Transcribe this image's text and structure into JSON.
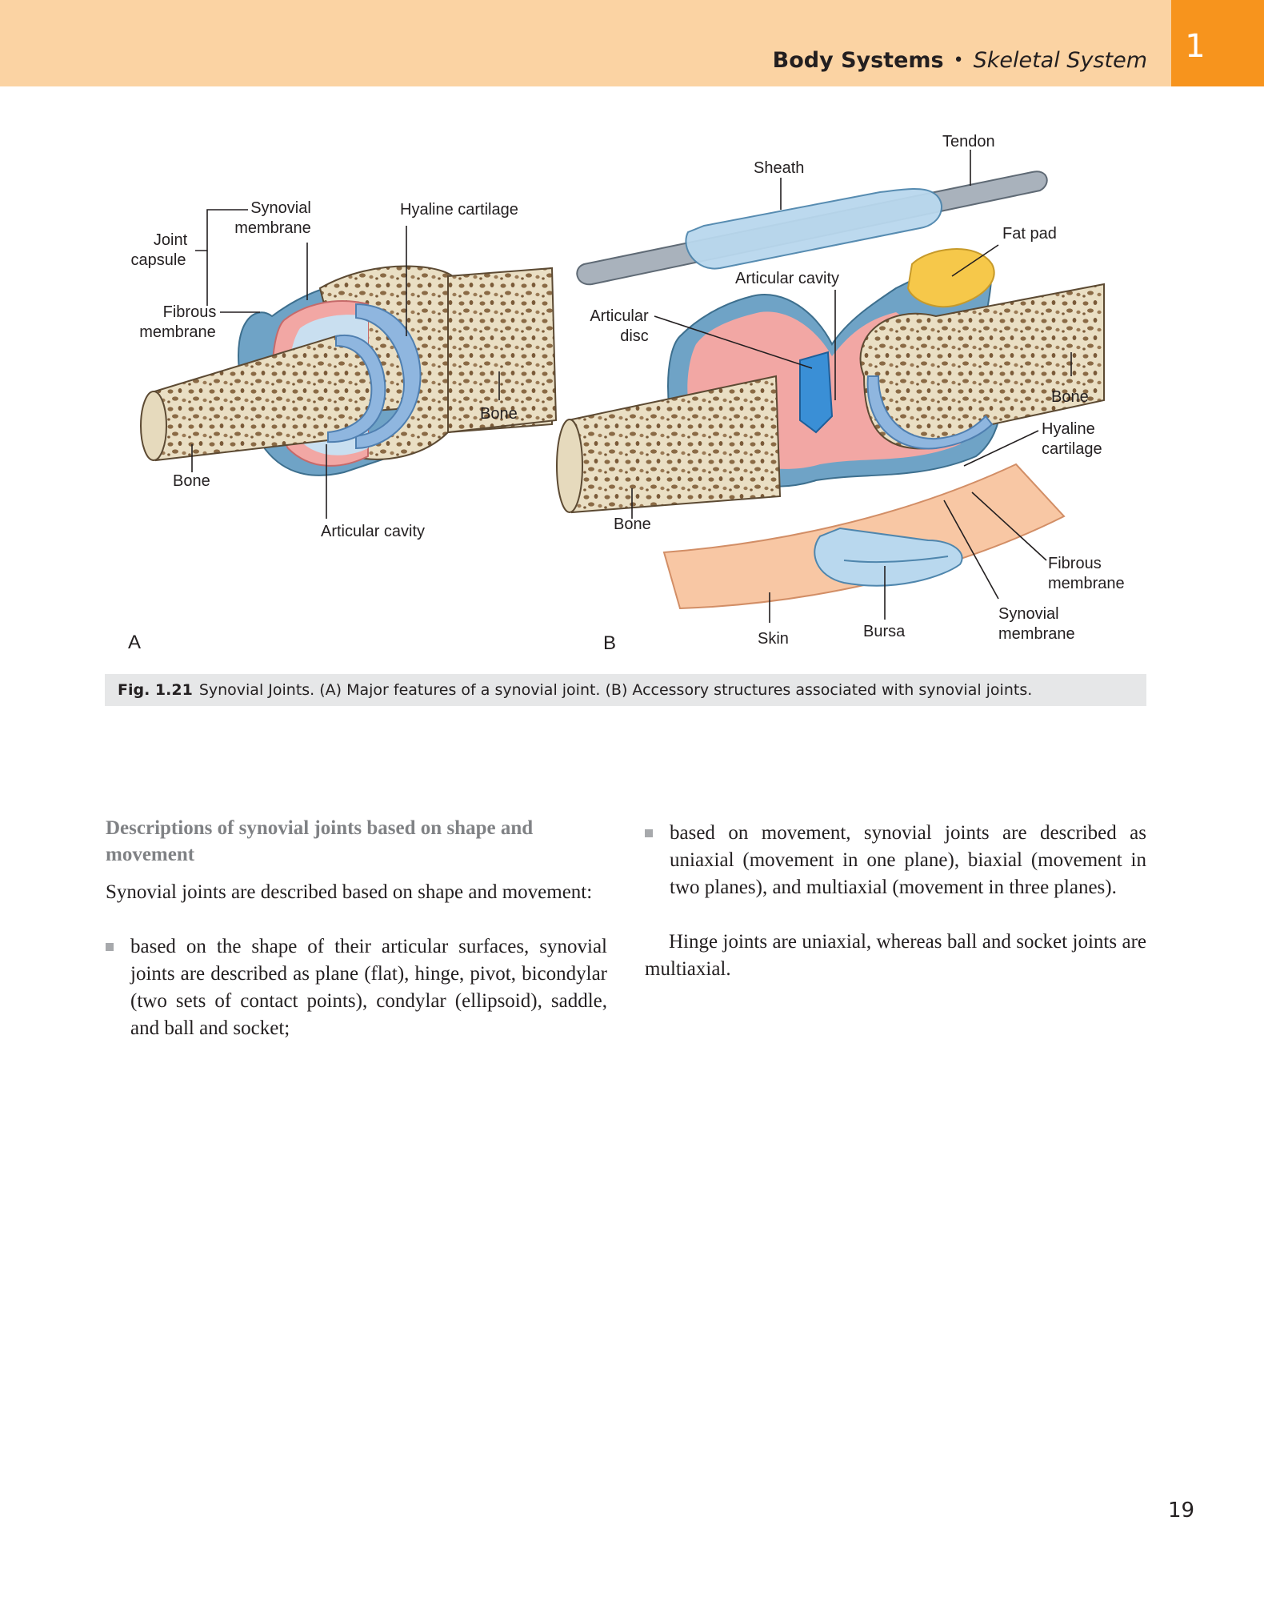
{
  "header": {
    "section": "Body Systems",
    "separator": "•",
    "subsection": "Skeletal System",
    "chapter_number": "1"
  },
  "figure": {
    "panel_a": {
      "letter": "A",
      "labels": {
        "joint_capsule": [
          "Joint",
          "capsule"
        ],
        "synovial_membrane": [
          "Synovial",
          "membrane"
        ],
        "hyaline_cartilage": "Hyaline cartilage",
        "fibrous_membrane": [
          "Fibrous",
          "membrane"
        ],
        "bone_right": "Bone",
        "bone_left": "Bone",
        "articular_cavity": "Articular cavity"
      }
    },
    "panel_b": {
      "letter": "B",
      "labels": {
        "tendon": "Tendon",
        "sheath": "Sheath",
        "fat_pad": "Fat pad",
        "articular_cavity": "Articular cavity",
        "articular_disc": [
          "Articular",
          "disc"
        ],
        "bone_right": "Bone",
        "hyaline_cartilage": [
          "Hyaline",
          "cartilage"
        ],
        "bone_left": "Bone",
        "fibrous_membrane": [
          "Fibrous",
          "membrane"
        ],
        "synovial_membrane": [
          "Synovial",
          "membrane"
        ],
        "skin": "Skin",
        "bursa": "Bursa"
      }
    },
    "caption": {
      "number": "Fig. 1.21",
      "text": "Synovial Joints. (A) Major features of a synovial joint. (B) Accessory structures associated with synovial joints."
    }
  },
  "body": {
    "heading": "Descriptions of synovial joints based on shape and movement",
    "intro": "Synovial joints are described based on shape and movement:",
    "bullet_shape": "based on the shape of their articular surfaces, synovial joints are described as plane (flat), hinge, pivot, bicondylar (two sets of contact points), condylar (ellipsoid), saddle, and ball and socket;",
    "bullet_movement": "based on movement, synovial joints are described as uniaxial (movement in one plane), biaxial (movement in two planes), and multiaxial (movement in three planes).",
    "closing": "Hinge joints are uniaxial, whereas ball and socket joints are multiaxial."
  },
  "page_number": "19",
  "colors": {
    "header_band": "#fbd3a3",
    "chapter_tab": "#f7941d",
    "bone": "#eadfc4",
    "bone_pores": "#8a6a45",
    "cartilage": "#8fb6df",
    "synovial_membrane": "#f2a7a4",
    "capsule": "#6fa3c6",
    "fat_pad": "#f6c84a",
    "skin": "#f8c7a4",
    "tendon": "#a9b2bc",
    "caption_bar": "#e6e7e8"
  }
}
